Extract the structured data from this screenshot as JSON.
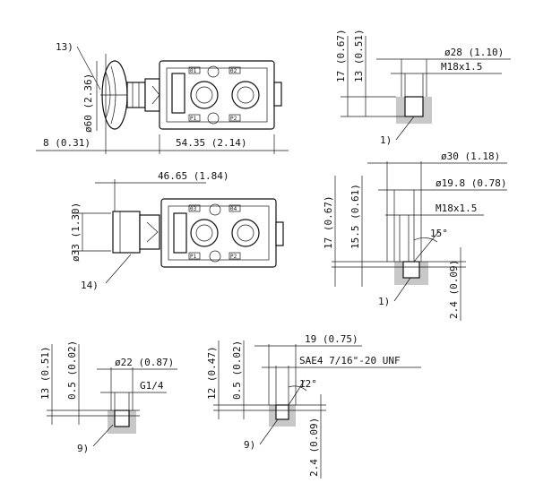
{
  "labels": {
    "d_8": "8 (0.31)",
    "d_5435": "54.35 (2.14)",
    "d_60": "ø60 (2.36)",
    "ref_13": "13)",
    "d_4665": "46.65 (1.84)",
    "d_33": "ø33 (1.30)",
    "ref_14": "14)",
    "tr_17": "17 (0.67)",
    "tr_13": "13 (0.51)",
    "tr_28": "ø28 (1.10)",
    "tr_m18": "M18x1.5",
    "tr_ref": "1)",
    "mr_30": "ø30 (1.18)",
    "mr_198": "ø19.8 (0.78)",
    "mr_m18": "M18x1.5",
    "mr_17": "17 (0.67)",
    "mr_155": "15.5 (0.61)",
    "mr_15deg": "15°",
    "mr_24": "2.4 (0.09)",
    "mr_ref": "1)",
    "bl_13": "13 (0.51)",
    "bl_05": "0.5 (0.02)",
    "bl_22": "ø22 (0.87)",
    "bl_g14": "G1/4",
    "bl_ref": "9)",
    "bm_12": "12 (0.47)",
    "bm_05": "0.5 (0.02)",
    "bm_19": "19 (0.75)",
    "bm_sae": "SAE4 7/16\"-20 UNF",
    "bm_12deg": "12°",
    "bm_24": "2.4 (0.09)",
    "bm_ref": "9)",
    "port_01": "01",
    "port_02": "02",
    "port_03": "03",
    "port_04": "04",
    "port_p1": "P1",
    "port_p2": "P2"
  }
}
